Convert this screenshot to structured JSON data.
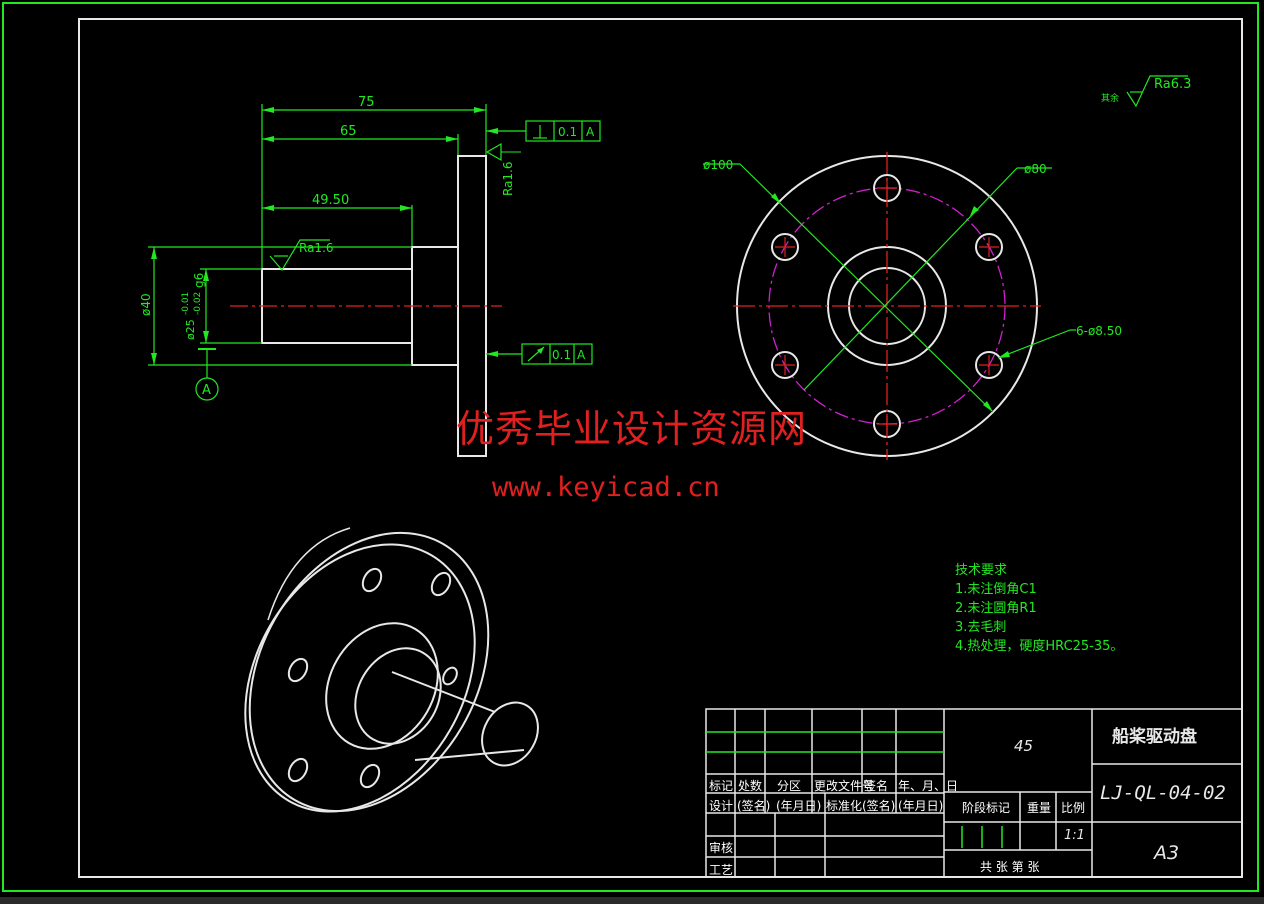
{
  "dimensions": {
    "d75": "75",
    "d65": "65",
    "d49": "49.50",
    "d40": "ø40",
    "d25": "ø25",
    "tol_upper": "-0.01",
    "tol_lower": "-0.02",
    "fit": "g6",
    "d100": "ø100",
    "d80": "ø80",
    "holes": "6-ø8.50"
  },
  "tolerances": {
    "flatness": {
      "value": "0.1",
      "datum": "A"
    },
    "runout": {
      "value": "0.1",
      "datum": "A"
    }
  },
  "roughness": {
    "top": "Ra1.6",
    "side": "Ra1.6",
    "other_label": "其余",
    "other": "Ra6.3"
  },
  "datum_label": "A",
  "watermark": {
    "line1": "优秀毕业设计资源网",
    "line2": "www.keyicad.cn"
  },
  "tech_req": {
    "title": "技术要求",
    "items": [
      "1.未注倒角C1",
      "2.未注圆角R1",
      "3.去毛刺",
      "4.热处理，硬度HRC25-35。"
    ]
  },
  "title_block": {
    "part_name": "船桨驱动盘",
    "drawing_no": "LJ-QL-04-02",
    "material": "45",
    "sheet_size": "A3",
    "scale": "1:1",
    "hdr_mark": "标记",
    "hdr_count": "处数",
    "hdr_zone": "分区",
    "hdr_change": "更改文件号",
    "hdr_sign": "签名",
    "hdr_date": "年、月、日",
    "design": "设计",
    "sign1": "(签名)",
    "date1": "(年月日)",
    "standard": "标准化",
    "sign2": "(签名)",
    "date2": "(年月日)",
    "stage": "阶段标记",
    "weight": "重量",
    "ratio": "比例",
    "review": "审核",
    "process": "工艺",
    "sheets": "共  张 第  张"
  },
  "colors": {
    "background": "#000000",
    "outline": "#e8e8e8",
    "dimension": "#22e822",
    "centerline": "#e02020",
    "pitch_circle": "#d020d0",
    "watermark": "#e02020"
  }
}
